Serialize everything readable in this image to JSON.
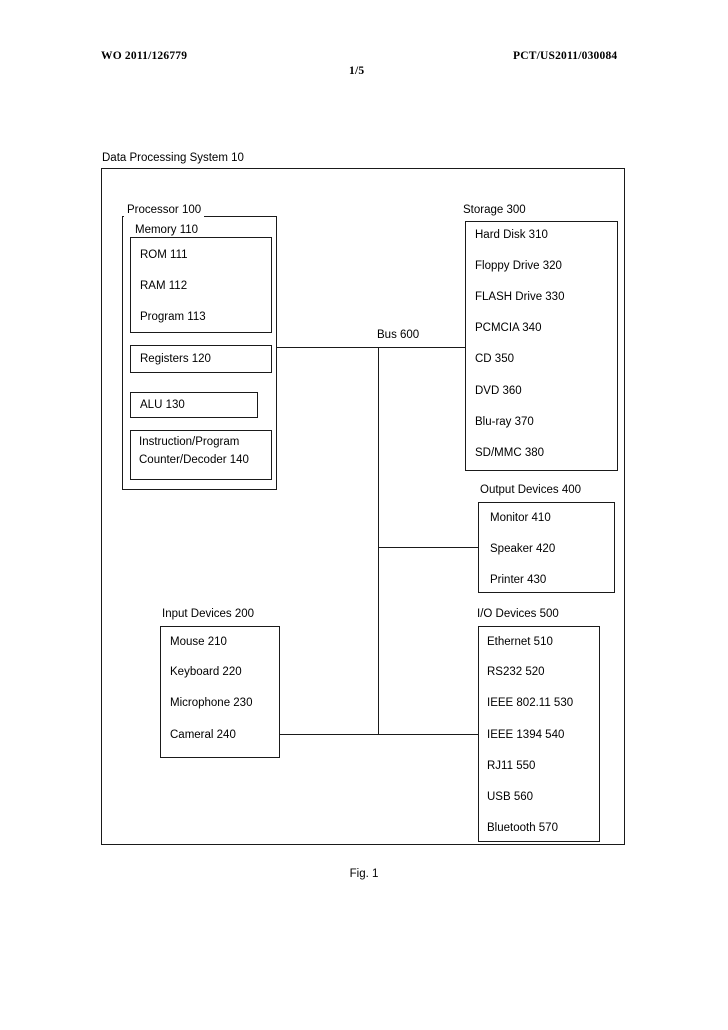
{
  "header": {
    "publication_number": "WO 2011/126779",
    "application_number": "PCT/US2011/030084",
    "sheet_number": "1/5"
  },
  "figure": {
    "caption": "Fig. 1",
    "outer_box_label": "Data Processing System 10"
  },
  "bus": {
    "label": "Bus 600"
  },
  "blocks": {
    "processor": {
      "label": "Processor 100",
      "memory": {
        "label": "Memory 110",
        "items": [
          "ROM 111",
          "RAM 112",
          "Program 113"
        ]
      },
      "registers": "Registers 120",
      "alu": "ALU 130",
      "instruction_decoder_line1": "Instruction/Program",
      "instruction_decoder_line2": "Counter/Decoder 140"
    },
    "storage": {
      "label": "Storage 300",
      "items": [
        "Hard Disk 310",
        "Floppy Drive 320",
        "FLASH Drive 330",
        "PCMCIA 340",
        "CD 350",
        "DVD 360",
        "Blu-ray 370",
        "SD/MMC 380"
      ]
    },
    "output_devices": {
      "label": "Output Devices 400",
      "items": [
        "Monitor 410",
        "Speaker 420",
        "Printer 430"
      ]
    },
    "input_devices": {
      "label": "Input Devices 200",
      "items": [
        "Mouse 210",
        "Keyboard 220",
        "Microphone 230",
        "Cameral 240"
      ]
    },
    "io_devices": {
      "label": "I/O Devices 500",
      "items": [
        "Ethernet 510",
        "RS232 520",
        "IEEE 802.11 530",
        "IEEE 1394 540",
        "RJ11 550",
        "USB 560",
        "Bluetooth 570"
      ]
    }
  },
  "colors": {
    "line": "#1a1a1a",
    "text": "#000000",
    "background": "#ffffff"
  }
}
